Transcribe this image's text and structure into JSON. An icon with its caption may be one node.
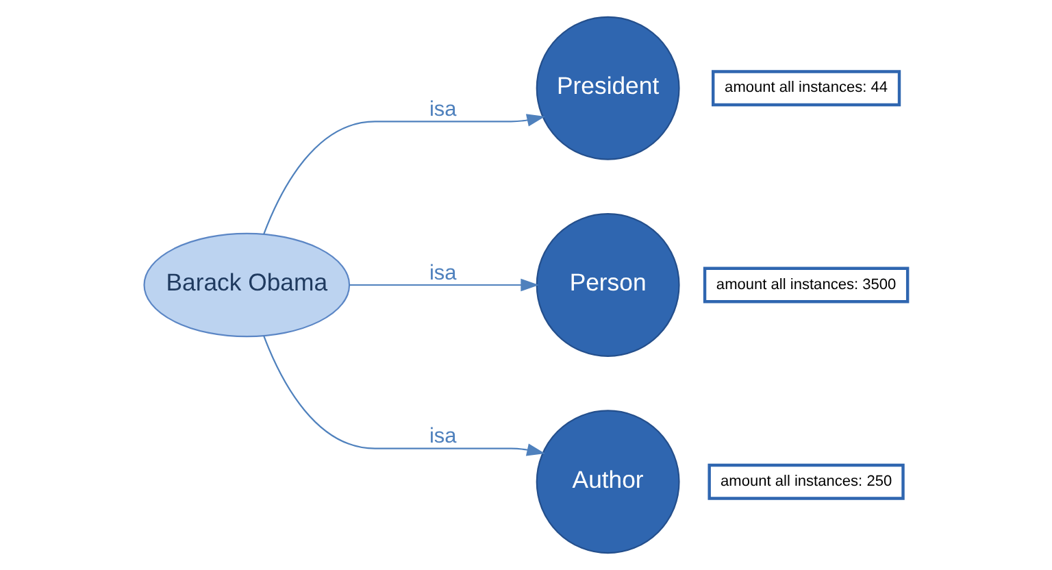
{
  "diagram": {
    "nodes": [
      {
        "text": [
          "Barack Obama"
        ]
      },
      {
        "text": [
          "President"
        ],
        "beside": [
          "amount all instances: 44"
        ]
      },
      {
        "text": [
          "Person"
        ],
        "beside": [
          "amount all instances: 3500"
        ]
      },
      {
        "text": [
          "Author"
        ],
        "beside": [
          "amount all instances: 250"
        ]
      }
    ],
    "edges": [
      {
        "from": 0,
        "to": 1,
        "arrow": "to",
        "label": "isa"
      },
      {
        "from": 0,
        "to": 2,
        "arrow": "to",
        "label": "isa"
      },
      {
        "from": 0,
        "to": 3,
        "arrow": "to",
        "label": "isa"
      }
    ]
  }
}
